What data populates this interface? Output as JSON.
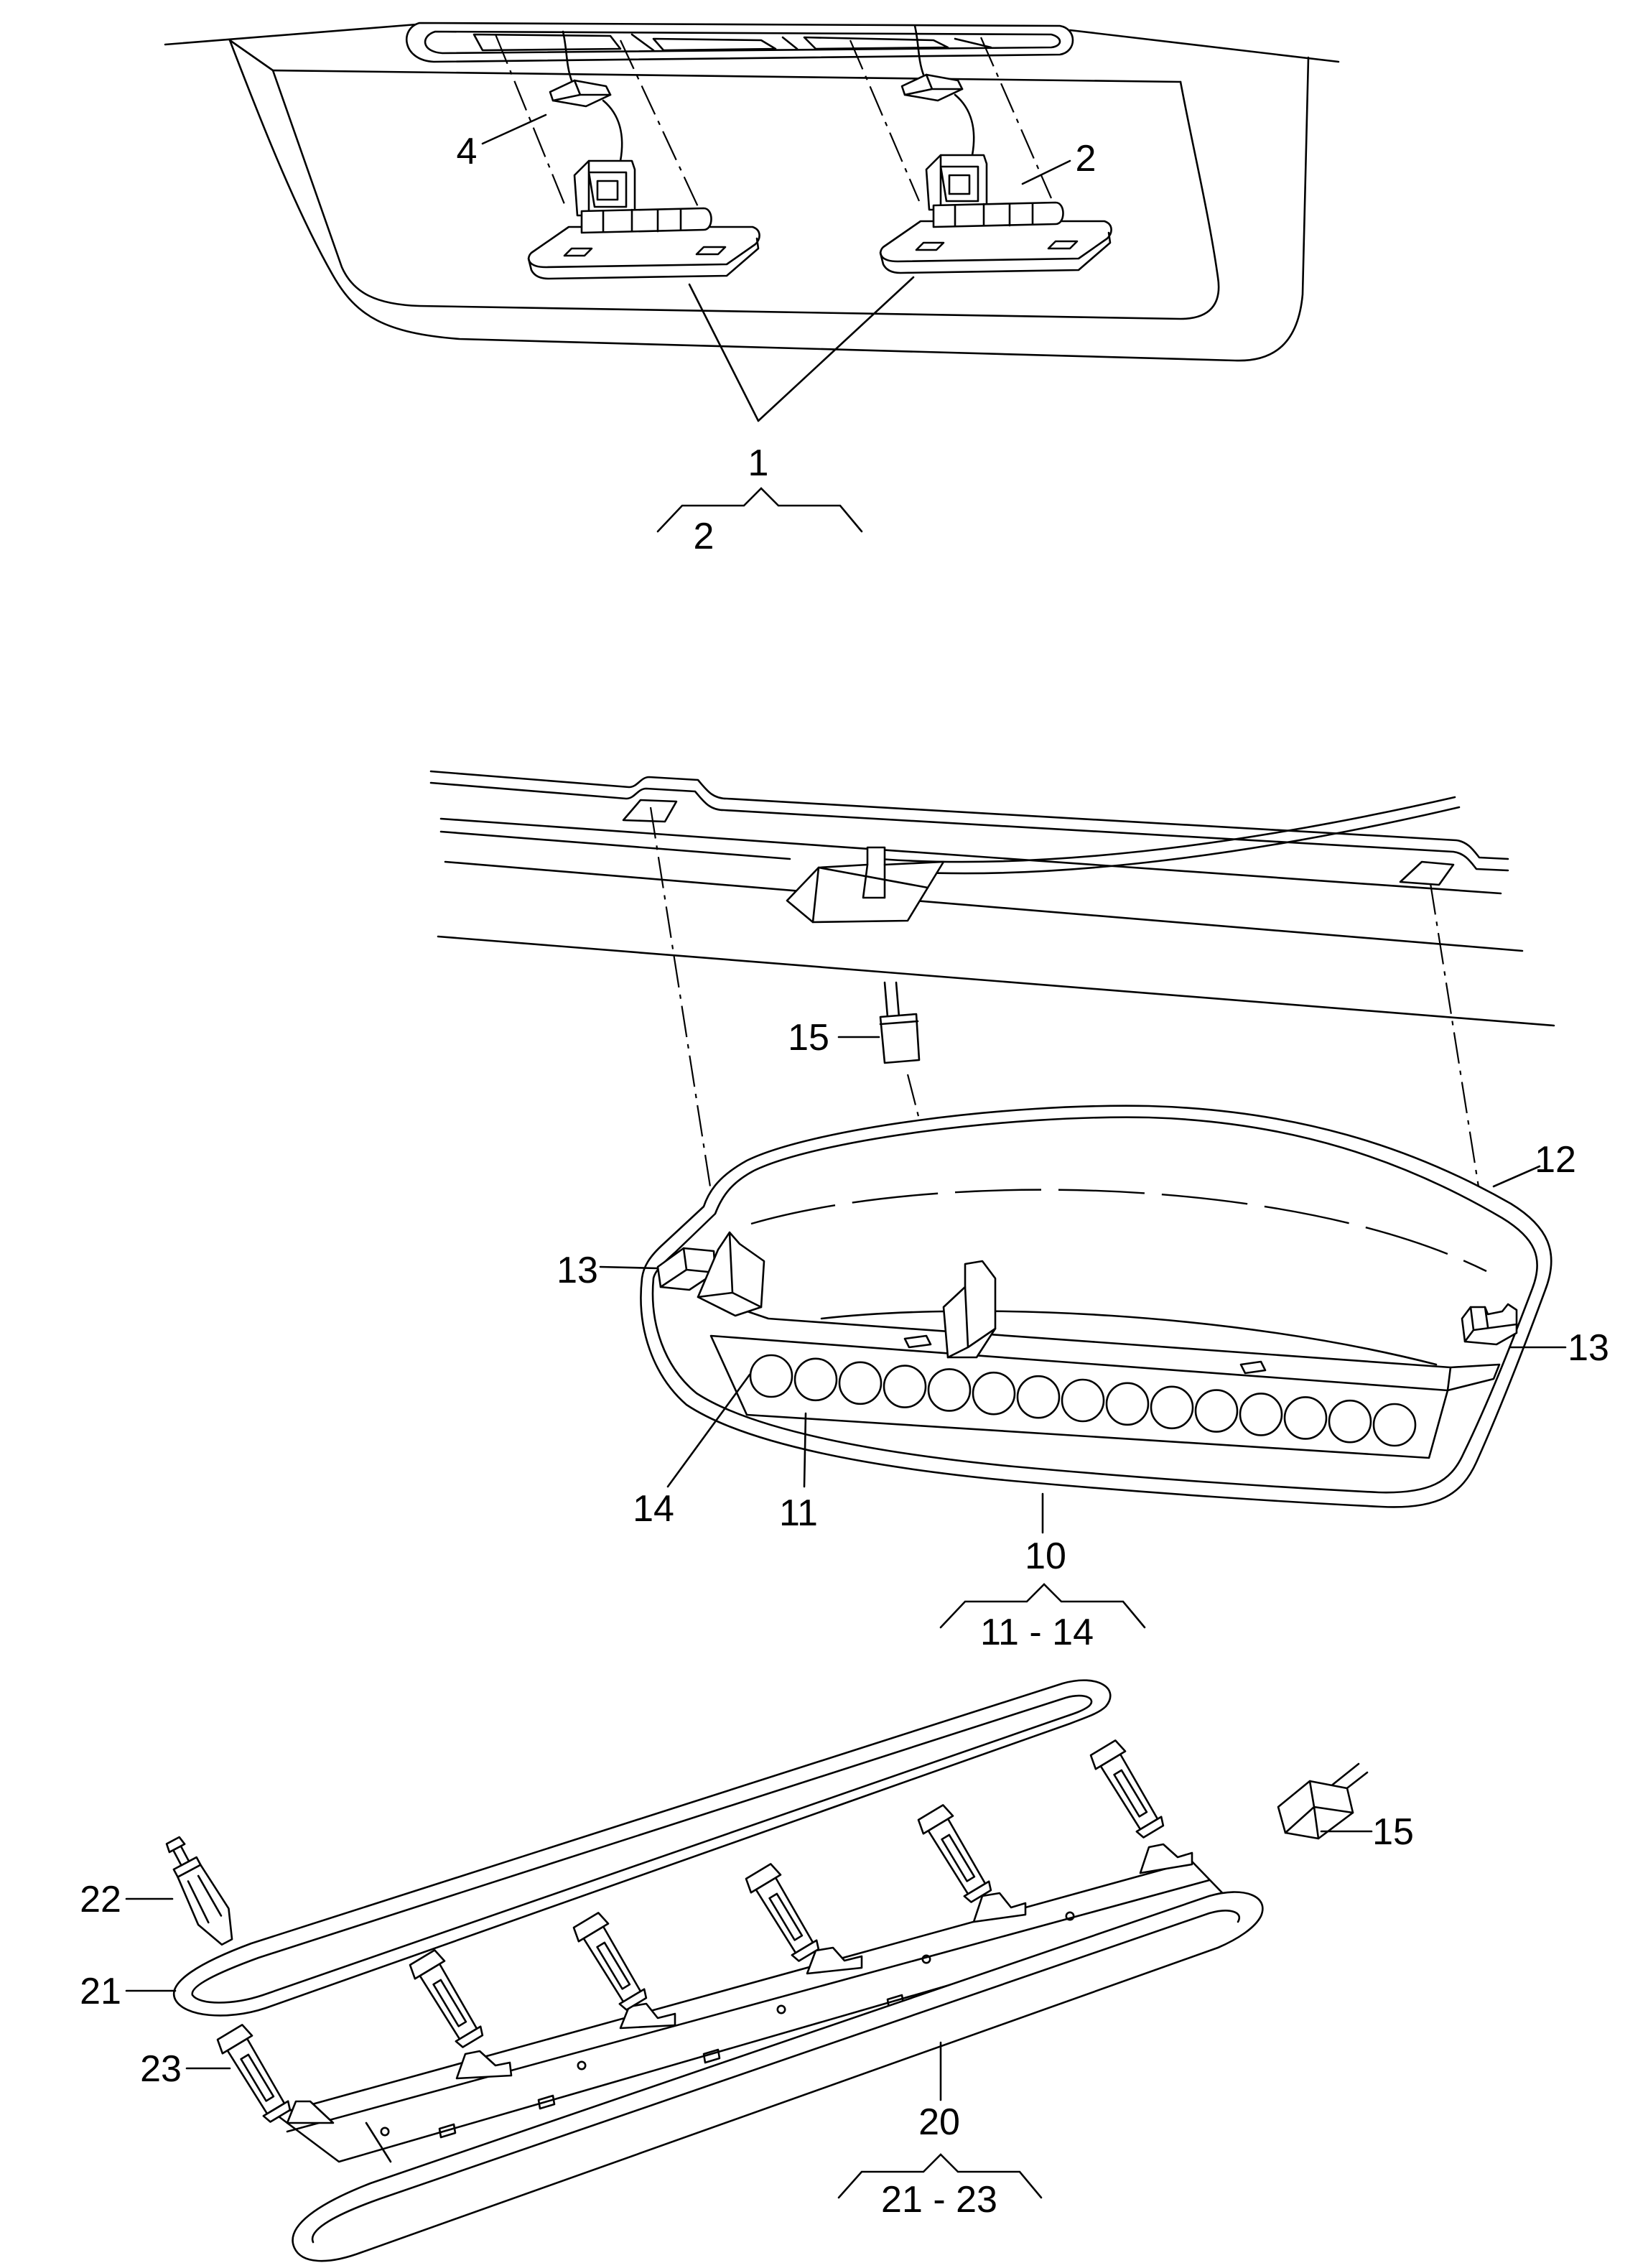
{
  "top": {
    "callouts": [
      "4",
      "2",
      "1"
    ],
    "group_range": "2"
  },
  "middle": {
    "callouts": [
      "15",
      "12",
      "13",
      "13",
      "14",
      "11",
      "10"
    ],
    "group_range": "11 - 14"
  },
  "bottom": {
    "callouts": [
      "22",
      "21",
      "23",
      "20",
      "15"
    ],
    "group_range": "21 - 23"
  },
  "colors": {
    "line": "#000000",
    "background": "#ffffff"
  }
}
